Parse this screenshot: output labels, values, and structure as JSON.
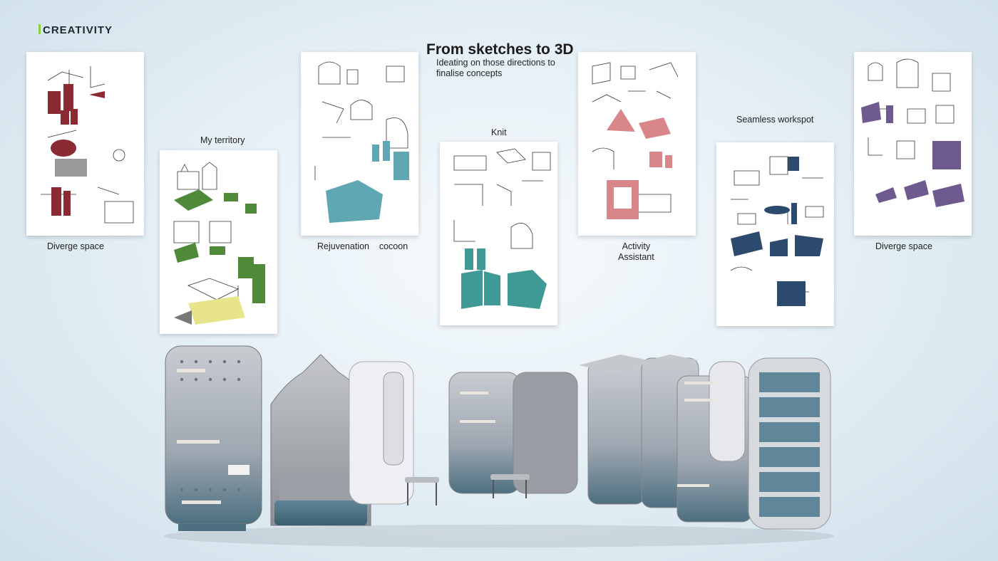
{
  "brand": {
    "name": "CREATIVITY",
    "accent_color": "#8bd13c"
  },
  "header": {
    "title": "From sketches to 3D",
    "subtitle": "Ideating on those directions to finalise concepts"
  },
  "concepts": [
    {
      "label": "Diverge space",
      "color": "#8b2a32"
    },
    {
      "label": "My territory",
      "color": "#4f8a3a"
    },
    {
      "label": "Rejuvenation    cocoon",
      "color": "#5fa8b3"
    },
    {
      "label": "Knit",
      "color": "#3f9a95"
    },
    {
      "label": "Activity\nAssistant",
      "color": "#d9868a"
    },
    {
      "label": "Seamless workspot",
      "color": "#2c4a6e"
    },
    {
      "label": "Diverge space",
      "color": "#6e5a8e"
    }
  ]
}
